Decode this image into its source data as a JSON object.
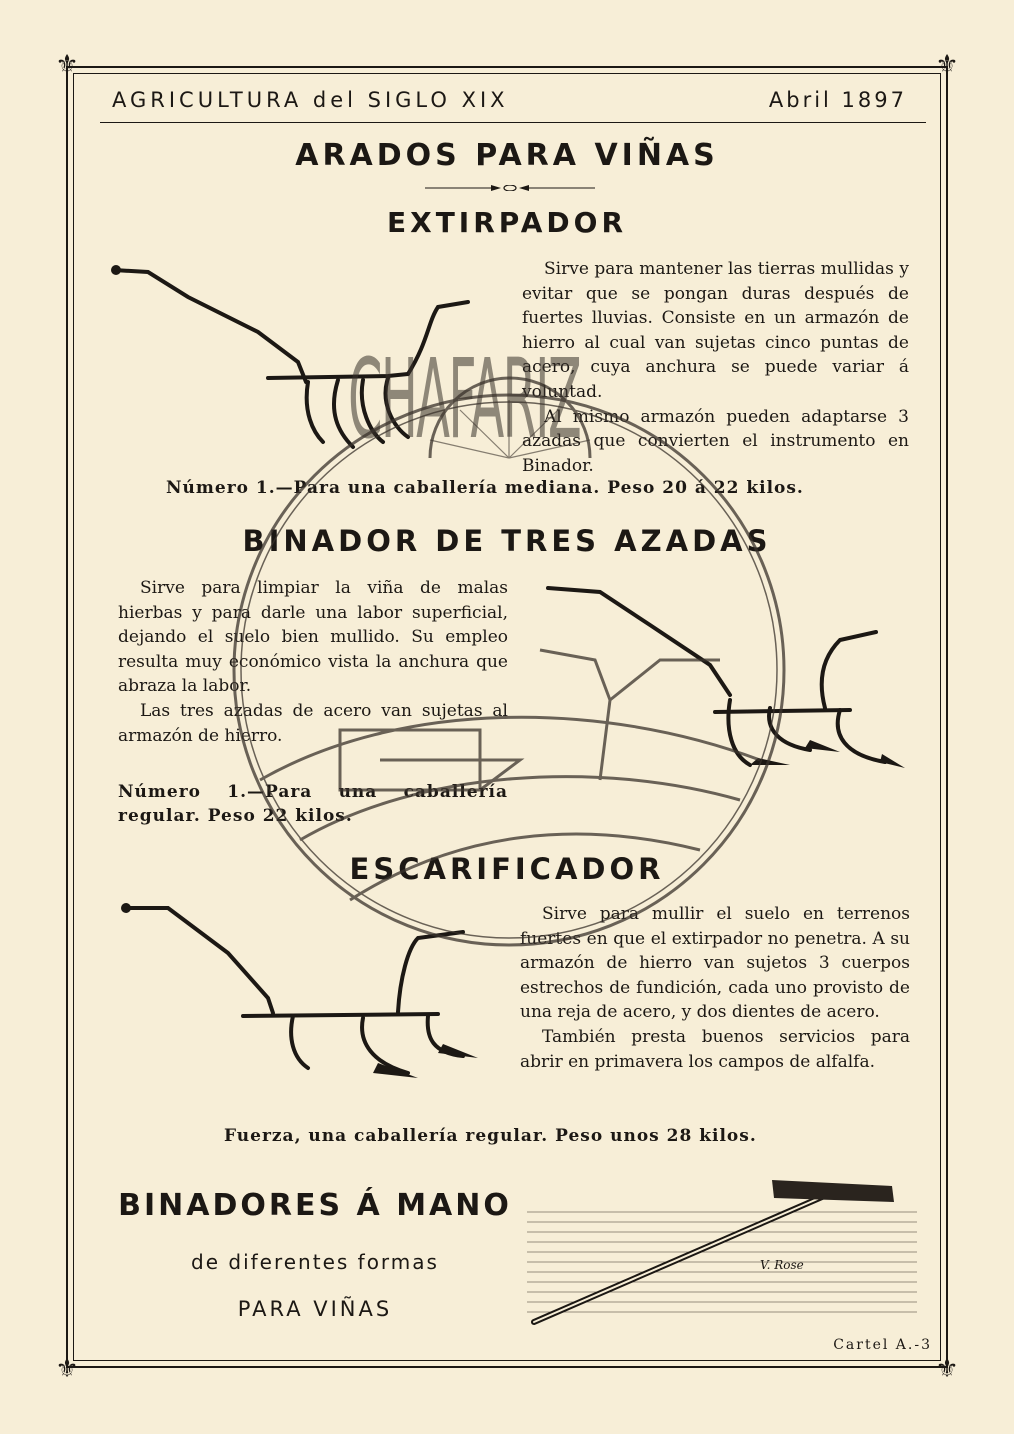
{
  "header": {
    "publication": "AGRICULTURA del SIGLO XIX",
    "date": "Abril 1897"
  },
  "main_title": "ARADOS PARA VIÑAS",
  "extirpador": {
    "title": "EXTIRPADOR",
    "paragraph1": "Sirve para mantener las tierras mullidas y evitar que se pongan duras después de fuertes lluvias. Consiste en un armazón de hierro al cual van sujetas cinco puntas de acero, cuya anchura se puede variar á voluntad.",
    "paragraph2": "Al mismo armazón pueden adaptarse 3 azadas que convierten el instrumento en Binador.",
    "note": "Número 1.—Para una caballería mediana. Peso 20 á 22 kilos."
  },
  "binador": {
    "title": "BINADOR DE TRES AZADAS",
    "paragraph1": "Sirve para limpiar la viña de malas hierbas y para darle una labor superficial, dejando el suelo bien mullido. Su empleo resulta muy económico vista la anchura que abraza la labor.",
    "paragraph2": "Las tres azadas de acero van sujetas al armazón de hierro.",
    "note": "Número 1.—Para una caballería regular. Peso 22 kilos."
  },
  "escarificador": {
    "title": "ESCARIFICADOR",
    "paragraph1": "Sirve para mullir el suelo en terrenos fuertes en que el extirpador no penetra. A su armazón de hierro van sujetos 3 cuerpos estrechos de fundición, cada uno provisto de una reja de acero, y dos dientes de acero.",
    "paragraph2": "También presta buenos servicios para abrir en primavera los campos de alfalfa.",
    "note": "Fuerza, una caballería regular. Peso unos 28 kilos."
  },
  "binadores_mano": {
    "title": "BINADORES Á MANO",
    "subtitle": "de diferentes formas",
    "subtitle2": "PARA VIÑAS",
    "engraver_signature": "V. Rose"
  },
  "watermark_text": "CHAFARIZ",
  "footer": "Cartel A.-3"
}
